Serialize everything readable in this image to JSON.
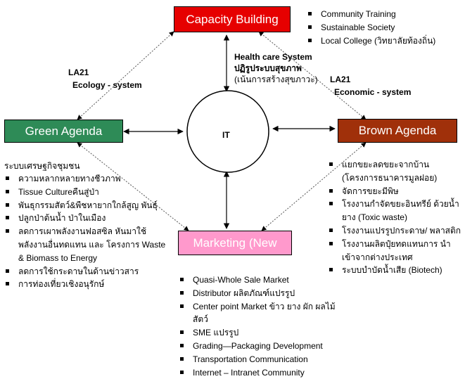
{
  "colors": {
    "capacity_fill": "#e60000",
    "green_fill": "#2e8b57",
    "brown_fill": "#a0300a",
    "marketing_fill": "#ff99cc"
  },
  "boxes": {
    "capacity": "Capacity Building",
    "green": "Green Agenda",
    "brown": "Brown Agenda",
    "marketing": "Marketing (New",
    "center": "IT"
  },
  "labels": {
    "health_1": "Health care System",
    "health_2": "ปฏิรูประบบสุขภาพ",
    "health_3": "(เน้นการสร้างสุขภาวะ)",
    "la21_left": "LA21",
    "ecology": "Ecology - system",
    "la21_right": "LA21",
    "economic": "Economic - system",
    "left_header": "ระบบเศรษฐกิจชุมชน"
  },
  "capacity_list": [
    "Community Training",
    "Sustainable Society",
    "Local College (วิทยาลัยท้องถิ่น)"
  ],
  "green_list": [
    "ความหลากหลายทางชีวภาพ",
    "Tissue Cultureคืนสู่ป่า",
    "พันธุกรรมสัตว์&พืชหายากใกล้สูญ พันธุ์",
    "ปลูกป่าต้นน้ำ ป่าในเมือง",
    "ลดการเผาพลังงานฟอสซิล หันมาใช้ พลังงานอื่นทดแทน และ โครงการ Waste & Biomass to Energy",
    "ลดการใช้กระดาษในด้านข่าวสาร",
    "การท่องเที่ยวเชิงอนุรักษ์"
  ],
  "brown_list": [
    "แยกขยะลดขยะจากบ้าน (โครงการธนาคารมูลฝอย)",
    "จัดการขยะมีพิษ",
    "โรงงานกำจัดขยะอินทรีย์ ด้วยน้ำยาง (Toxic waste)",
    "โรงงานแปรรูปกระดาษ/ พลาสติก",
    "โรงงานผลิตปุ๋ยทดแทนการ นำเข้าจากต่างประเทศ",
    "ระบบบำบัดน้ำเสีย (Biotech)"
  ],
  "marketing_list": [
    "Quasi-Whole Sale Market",
    "Distributor  ผลิตภัณฑ์แปรรูป",
    "Center point Market ข้าว ยาง ผัก ผลไม้ สัตว์",
    "SME แปรรูป",
    "Grading—Packaging Development",
    "Transportation  Communication",
    "Internet – Intranet Community"
  ]
}
